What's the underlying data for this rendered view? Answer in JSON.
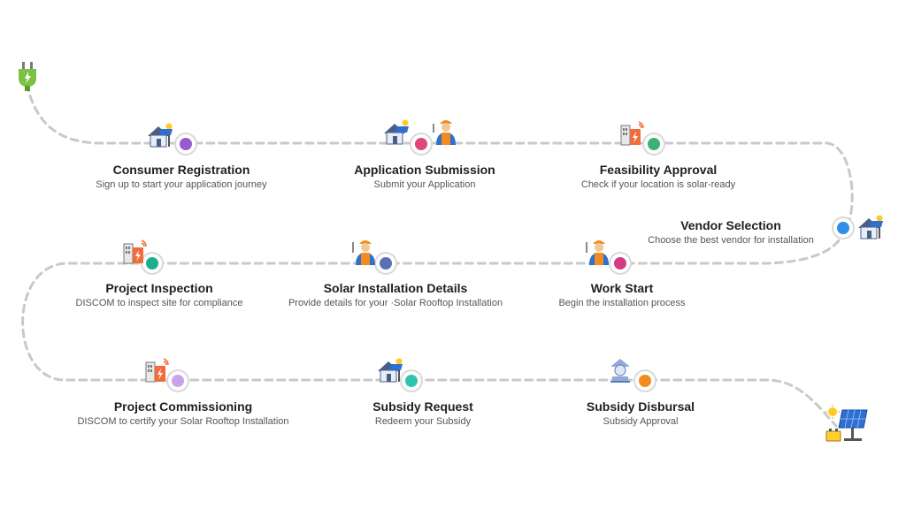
{
  "steps": [
    {
      "title": "Consumer Registration",
      "subtitle": "Sign up to start your application journey",
      "color": "#9b59d0",
      "icon": "house-solar-icon"
    },
    {
      "title": "Application Submission",
      "subtitle": "Submit your Application",
      "color": "#e0457b",
      "icon": "house-worker-icon"
    },
    {
      "title": "Feasibility Approval",
      "subtitle": "Check if your location is solar-ready",
      "color": "#3bb273",
      "icon": "factory-bolt-icon"
    },
    {
      "title": "Vendor Selection",
      "subtitle": "Choose the best vendor for installation",
      "color": "#2f8fe6",
      "icon": "house-solar-icon"
    },
    {
      "title": "Work Start",
      "subtitle": "Begin the installation process",
      "color": "#d63a86",
      "icon": "worker-icon"
    },
    {
      "title": "Solar Installation Details",
      "subtitle": "Provide details for your ·Solar Rooftop Installation",
      "color": "#5b6fb5",
      "icon": "worker-icon"
    },
    {
      "title": "Project Inspection",
      "subtitle": "DISCOM to inspect site for compliance",
      "color": "#1fae8c",
      "icon": "factory-bolt-icon"
    },
    {
      "title": "Project Commissioning",
      "subtitle": "DISCOM to certify your Solar Rooftop Installation",
      "color": "#c9a2ee",
      "icon": "factory-bolt-icon"
    },
    {
      "title": "Subsidy Request",
      "subtitle": "Redeem your Subsidy",
      "color": "#2ec4b0",
      "icon": "house-solar-icon"
    },
    {
      "title": "Subsidy Disbursal",
      "subtitle": "Subsidy Approval",
      "color": "#f28c1e",
      "icon": "bank-icon"
    }
  ],
  "start_icon": "power-plug-icon",
  "end_icon": "solar-panel-battery-icon"
}
